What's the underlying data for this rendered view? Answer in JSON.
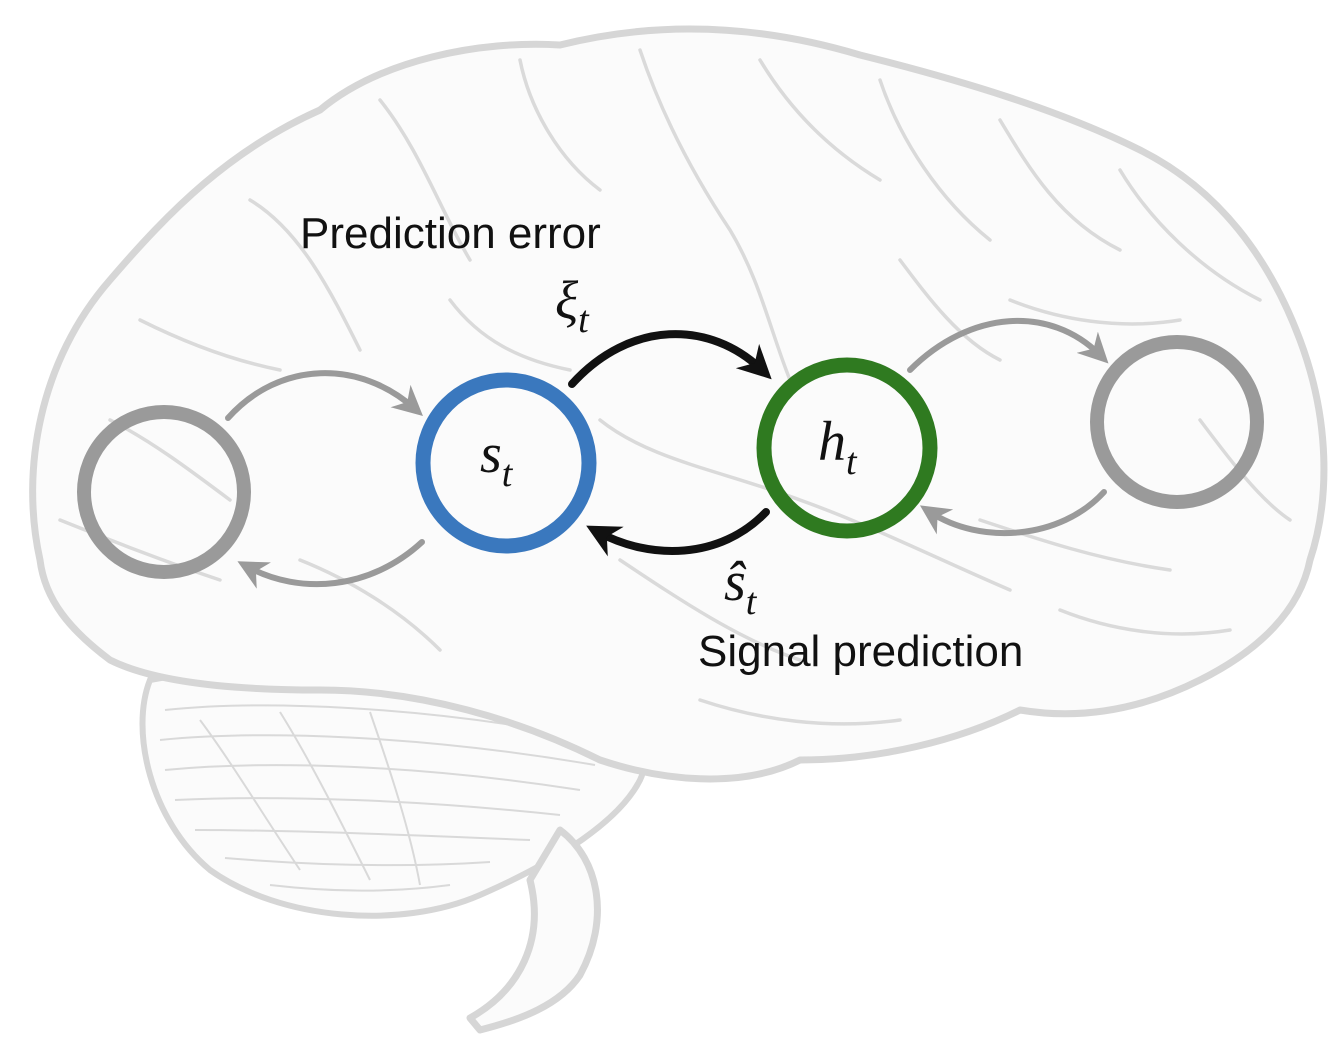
{
  "labels": {
    "prediction_error": "Prediction error",
    "signal_prediction": "Signal prediction"
  },
  "symbols": {
    "error_base": "ξ",
    "error_sub": "t",
    "signal_base": "s",
    "signal_sub": "t",
    "hidden_base": "h",
    "hidden_sub": "t",
    "prediction_base": "ŝ",
    "prediction_sub": "t"
  },
  "colors": {
    "signal_node": "#3a78be",
    "hidden_node": "#2f7a20",
    "outer_nodes": "#9a9a9a",
    "main_arrows": "#111111",
    "outer_arrows": "#9a9a9a",
    "brain": "#d6d6d6"
  },
  "nodes": [
    {
      "id": "left-outer",
      "label": ""
    },
    {
      "id": "signal",
      "label": "s_t"
    },
    {
      "id": "hidden",
      "label": "h_t"
    },
    {
      "id": "right-outer",
      "label": ""
    }
  ]
}
